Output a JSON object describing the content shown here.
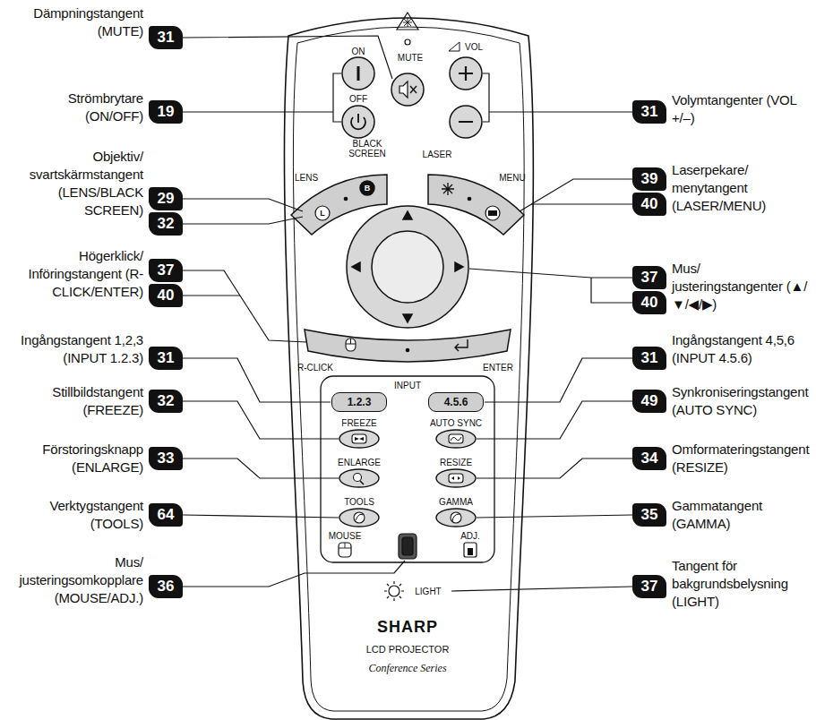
{
  "diagram": {
    "nodes": [
      {
        "text": [
          "31"
        ]
      },
      {
        "text": [
          "19"
        ]
      },
      {
        "text": [
          "29"
        ]
      },
      {
        "text": [
          "32"
        ]
      },
      {
        "text": [
          "37"
        ]
      },
      {
        "text": [
          "40"
        ]
      },
      {
        "text": [
          "31"
        ]
      },
      {
        "text": [
          "32"
        ]
      },
      {
        "text": [
          "33"
        ]
      },
      {
        "text": [
          "64"
        ]
      },
      {
        "text": [
          "36"
        ]
      },
      {
        "text": [
          "31"
        ]
      },
      {
        "text": [
          "39"
        ]
      },
      {
        "text": [
          "40"
        ]
      },
      {
        "text": [
          "37"
        ]
      },
      {
        "text": [
          "40"
        ]
      },
      {
        "text": [
          "31"
        ]
      },
      {
        "text": [
          "49"
        ]
      },
      {
        "text": [
          "34"
        ]
      },
      {
        "text": [
          "35"
        ]
      },
      {
        "text": [
          "37"
        ]
      },
      {
        "text": [
          "1.2.3"
        ]
      },
      {
        "text": [
          "4.5.6"
        ]
      }
    ],
    "labels": [
      "Dämpningstangent (MUTE)",
      "Strömbrytare (ON/OFF)",
      "Objektiv/ svartskärmstangent (LENS/BLACK SCREEN)",
      "Högerklick/ Införingstangent (R-CLICK/ENTER)",
      "Ingångstangent 1,2,3 (INPUT 1.2.3)",
      "Stillbildstangent (FREEZE)",
      "Förstoringsknapp (ENLARGE)",
      "Verktygstangent (TOOLS)",
      "Mus/ justeringsomkopplare (MOUSE/ADJ.)",
      "Volymtangenter (VOL +/–)",
      "Laserpekare/ menytangent (LASER/MENU)",
      "Mus/ justeringstangenter (▲/▼/◀/▶)",
      "Ingångstangent 4,5,6 (INPUT 4.5.6)",
      "Synkroniseringstangent (AUTO SYNC)",
      "Omformateringstangent (RESIZE)",
      "Gammatangent (GAMMA)",
      "Tangent för bakgrundsbelysning (LIGHT)",
      "MUTE",
      "ON",
      "OFF",
      "VOL",
      "BLACK SCREEN",
      "LASER",
      "LENS",
      "MENU",
      "B",
      "L",
      "R-CLICK",
      "ENTER",
      "INPUT",
      "FREEZE",
      "AUTO SYNC",
      "ENLARGE",
      "RESIZE",
      "TOOLS",
      "GAMMA",
      "MOUSE",
      "ADJ.",
      "LIGHT",
      "SHARP",
      "LCD PROJECTOR",
      "Conference Series"
    ]
  }
}
